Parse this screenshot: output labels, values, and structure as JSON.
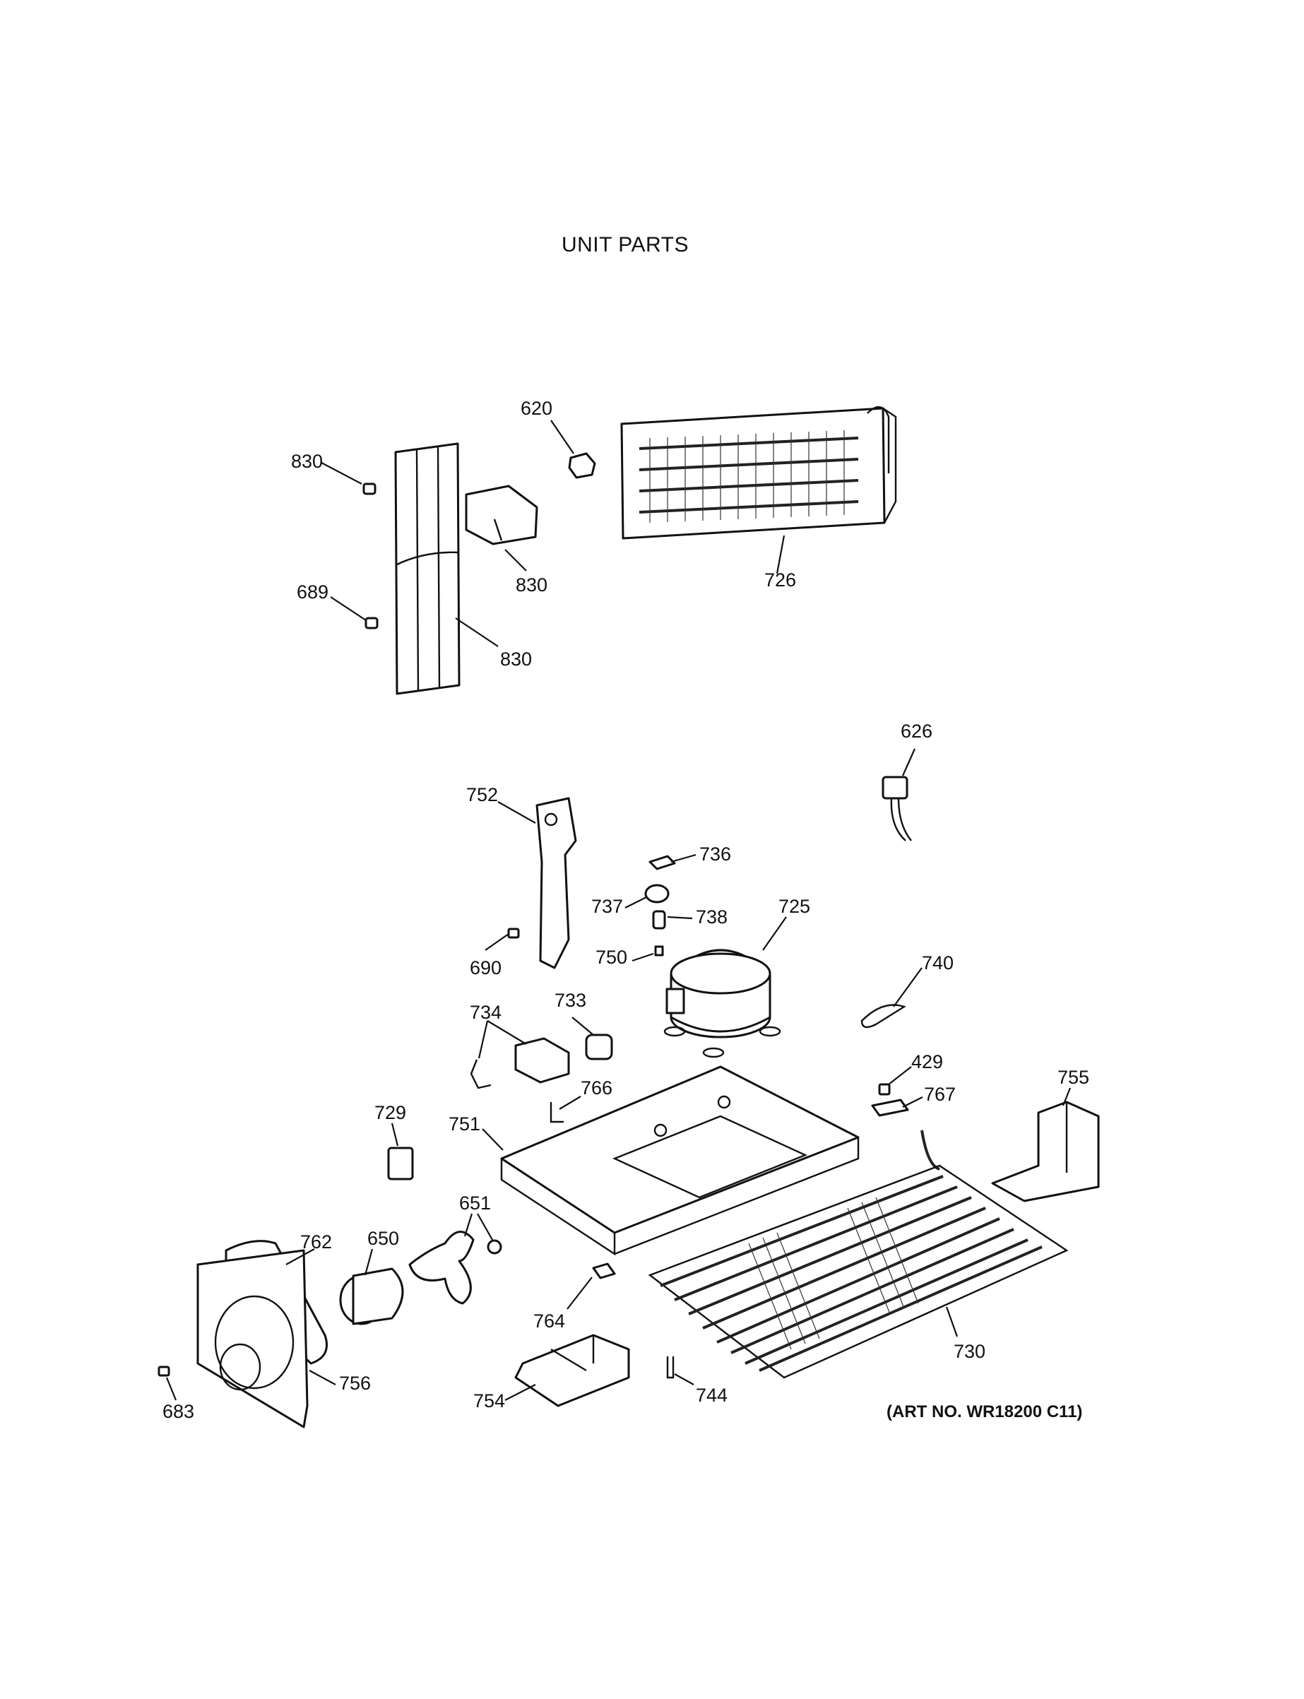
{
  "title": "UNIT PARTS",
  "art_number": "(ART NO. WR18200 C11)",
  "callouts": [
    {
      "id": "c830a",
      "label": "830"
    },
    {
      "id": "c620",
      "label": "620"
    },
    {
      "id": "c830b",
      "label": "830"
    },
    {
      "id": "c726",
      "label": "726"
    },
    {
      "id": "c689",
      "label": "689"
    },
    {
      "id": "c830c",
      "label": "830"
    },
    {
      "id": "c626",
      "label": "626"
    },
    {
      "id": "c752",
      "label": "752"
    },
    {
      "id": "c736",
      "label": "736"
    },
    {
      "id": "c737",
      "label": "737"
    },
    {
      "id": "c738",
      "label": "738"
    },
    {
      "id": "c725",
      "label": "725"
    },
    {
      "id": "c750",
      "label": "750"
    },
    {
      "id": "c690",
      "label": "690"
    },
    {
      "id": "c740",
      "label": "740"
    },
    {
      "id": "c734",
      "label": "734"
    },
    {
      "id": "c733",
      "label": "733"
    },
    {
      "id": "c429",
      "label": "429"
    },
    {
      "id": "c755",
      "label": "755"
    },
    {
      "id": "c766",
      "label": "766"
    },
    {
      "id": "c767",
      "label": "767"
    },
    {
      "id": "c729",
      "label": "729"
    },
    {
      "id": "c751",
      "label": "751"
    },
    {
      "id": "c651",
      "label": "651"
    },
    {
      "id": "c762",
      "label": "762"
    },
    {
      "id": "c650",
      "label": "650"
    },
    {
      "id": "c764",
      "label": "764"
    },
    {
      "id": "c730",
      "label": "730"
    },
    {
      "id": "c756",
      "label": "756"
    },
    {
      "id": "c683",
      "label": "683"
    },
    {
      "id": "c754",
      "label": "754"
    },
    {
      "id": "c744",
      "label": "744"
    }
  ]
}
